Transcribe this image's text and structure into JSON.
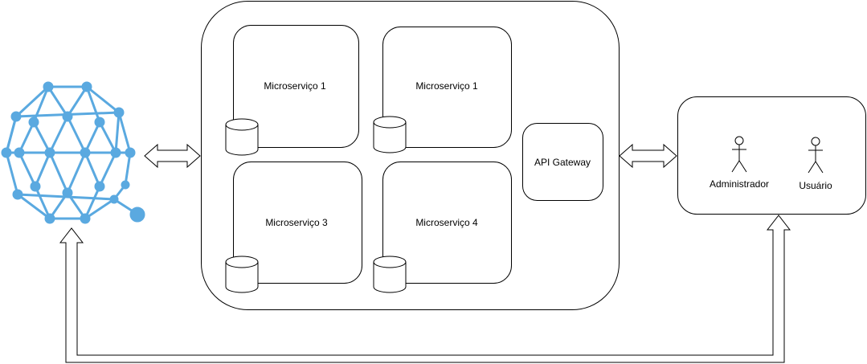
{
  "colors": {
    "stroke": "#000000",
    "background": "#ffffff",
    "logo": "#5aa9e0"
  },
  "logo": {
    "icon": "crystal-network-icon"
  },
  "services": [
    {
      "label": "Microserviço 1",
      "icon": "database-icon"
    },
    {
      "label": "Microserviço 1",
      "icon": "database-icon"
    },
    {
      "label": "Microserviço 3",
      "icon": "database-icon"
    },
    {
      "label": "Microserviço 4",
      "icon": "database-icon"
    }
  ],
  "gateway": {
    "label": "API Gateway"
  },
  "actors": [
    {
      "label": "Administrador",
      "icon": "actor-icon"
    },
    {
      "label": "Usuário",
      "icon": "actor-icon"
    }
  ]
}
